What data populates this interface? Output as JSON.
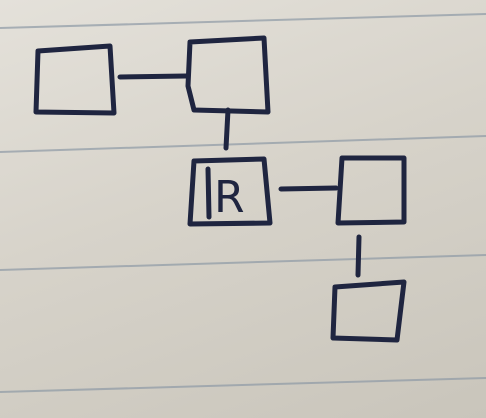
{
  "diagram": {
    "nodes": [
      {
        "id": "room-1",
        "label": ""
      },
      {
        "id": "room-2",
        "label": ""
      },
      {
        "id": "room-3",
        "label": "R"
      },
      {
        "id": "room-4",
        "label": ""
      },
      {
        "id": "room-5",
        "label": ""
      }
    ],
    "edges": [
      {
        "from": "room-1",
        "to": "room-2"
      },
      {
        "from": "room-2",
        "to": "room-3"
      },
      {
        "from": "room-3",
        "to": "room-4"
      },
      {
        "from": "room-4",
        "to": "room-5"
      }
    ],
    "colors": {
      "ink": "#1f2540",
      "paper": "#dedad2",
      "ruled_line": "#8e9aa6"
    }
  }
}
